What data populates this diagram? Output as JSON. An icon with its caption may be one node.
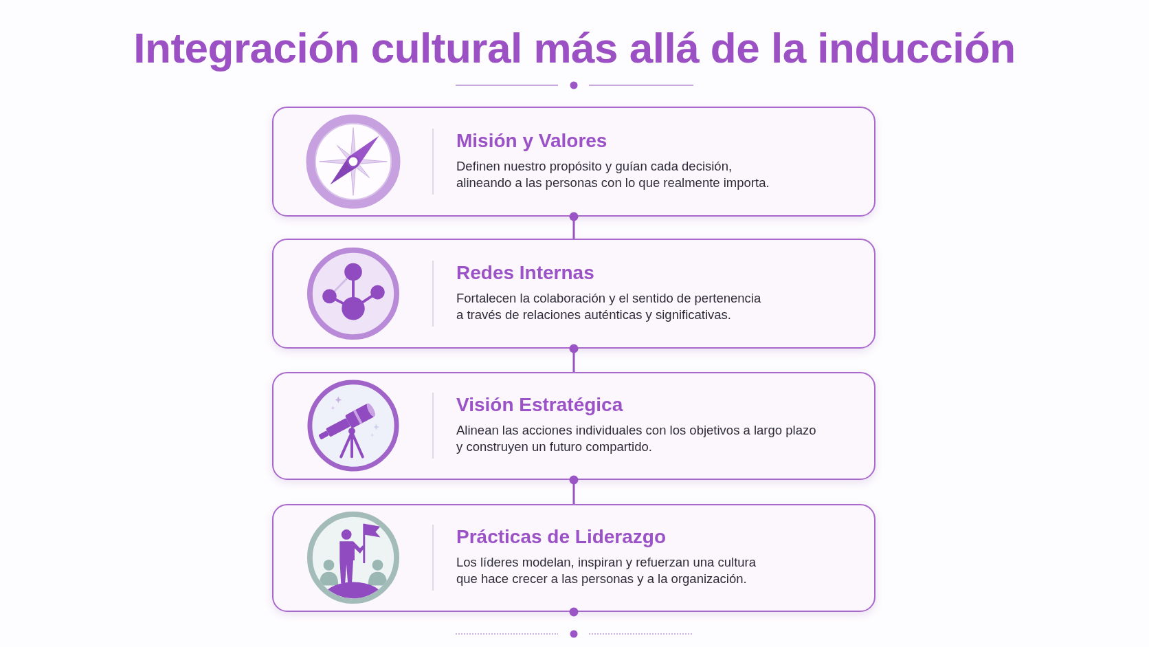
{
  "diagram": {
    "title": "Integración cultural más allá de la inducción",
    "nodes": [
      {
        "text": [
          "Misión y Valores",
          "Definen nuestro propósito y guían cada decisión, alineando a las personas con lo que realmente importa."
        ]
      },
      {
        "text": [
          "Redes Internas",
          "Fortalecen la colaboración y el sentido de pertenencia a través de relaciones auténticas y significativas."
        ]
      },
      {
        "text": [
          "Visión Estratégica",
          "Alinean las acciones individuales con los objetivos a largo plazo y construyen un futuro compartido."
        ]
      },
      {
        "text": [
          "Prácticas de Liderazgo",
          "Los líderes modelan, inspiran y refuerzan una cultura que hace crecer a las personas y a la organización."
        ]
      }
    ],
    "edges": [
      {
        "from": 0,
        "to": 1,
        "arrow": "other"
      },
      {
        "from": 1,
        "to": 2,
        "arrow": "other"
      },
      {
        "from": 2,
        "to": 3,
        "arrow": "other"
      }
    ]
  }
}
